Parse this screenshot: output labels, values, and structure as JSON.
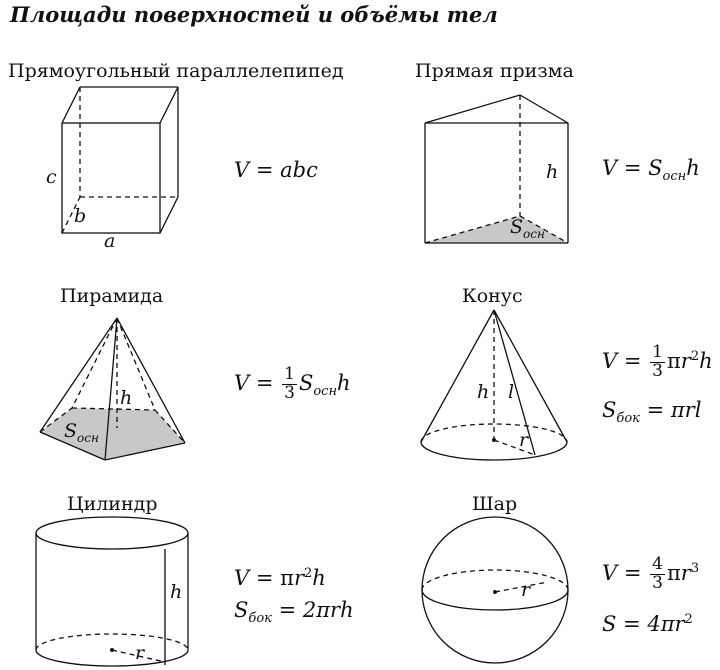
{
  "page": {
    "title": "Площади поверхностей и объёмы тел"
  },
  "shapes": {
    "box": {
      "name": "Прямоугольный параллелепипед",
      "edge_a": "a",
      "edge_b": "b",
      "edge_c": "c",
      "volume_lhs": "V = ",
      "volume_rhs": "abc"
    },
    "prism": {
      "name": "Прямая призма",
      "height": "h",
      "base": "S",
      "base_sub": "осн",
      "volume_lhs": "V = ",
      "volume_s": "S",
      "volume_sub": "осн",
      "volume_h": "h"
    },
    "pyramid": {
      "name": "Пирамида",
      "height": "h",
      "base": "S",
      "base_sub": "осн",
      "volume_lhs": "V = ",
      "frac_num": "1",
      "frac_den": "3",
      "volume_s": "S",
      "volume_sub": "осн",
      "volume_h": "h"
    },
    "cone": {
      "name": "Конус",
      "height": "h",
      "slant": "l",
      "radius": "r",
      "volume_lhs": "V = ",
      "frac_num": "1",
      "frac_den": "3",
      "volume_pi": "π",
      "volume_r": "r",
      "volume_exp": "2",
      "volume_h": "h",
      "lateral_s": "S",
      "lateral_sub": "бок",
      "lateral_rhs": " = πrl"
    },
    "cylinder": {
      "name": "Цилиндр",
      "height": "h",
      "radius": "r",
      "volume_lhs": "V = ",
      "volume_pi": "π",
      "volume_r": "r",
      "volume_exp": "2",
      "volume_h": "h",
      "lateral_s": "S",
      "lateral_sub": "бок",
      "lateral_rhs": " = 2πrh"
    },
    "sphere": {
      "name": "Шар",
      "radius": "r",
      "volume_lhs": "V = ",
      "frac_num": "4",
      "frac_den": "3",
      "volume_pi": "π",
      "volume_r": "r",
      "volume_exp": "3",
      "surface_lhs": "S = 4π",
      "surface_r": "r",
      "surface_exp": "2"
    }
  }
}
